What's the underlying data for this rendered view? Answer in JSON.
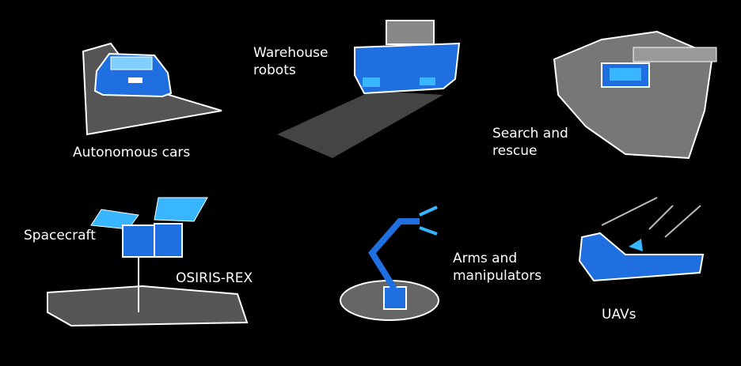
{
  "labels": {
    "cars": "Autonomous cars",
    "warehouse": "Warehouse\nrobots",
    "rescue": "Search and\nrescue",
    "spacecraft": "Spacecraft",
    "osiris": "OSIRIS-REX",
    "arms": "Arms and\nmanipulators",
    "uavs": "UAVs"
  },
  "colors": {
    "background": "#000000",
    "accent": "#1f6fe0",
    "light_accent": "#38b6ff",
    "gray": "#5a5a5a"
  }
}
